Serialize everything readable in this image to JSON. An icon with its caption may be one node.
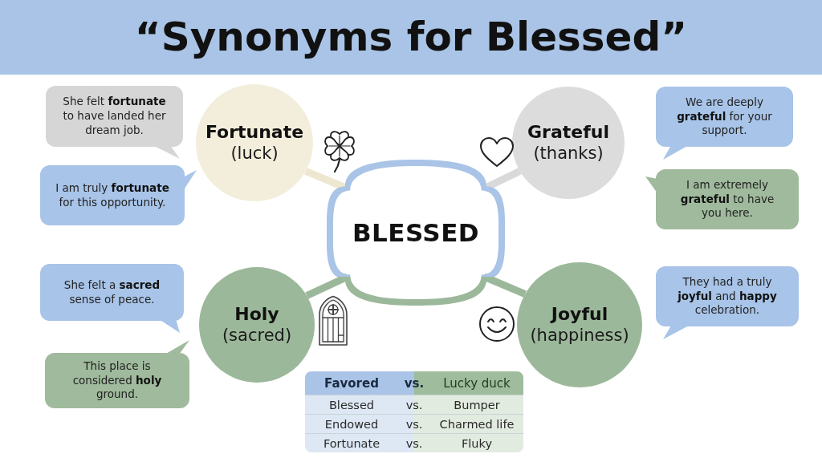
{
  "diagram": {
    "title": "“Synonyms for Blessed”",
    "nodes": [
      {
        "text": [
          "BLESSED"
        ]
      },
      {
        "text": [
          "Fortunate",
          "(luck)"
        ]
      },
      {
        "text": [
          "Grateful",
          "(thanks)"
        ]
      },
      {
        "text": [
          "Holy",
          "(sacred)"
        ]
      },
      {
        "text": [
          "Joyful",
          "(happiness)"
        ]
      },
      {
        "text": [
          "She felt **fortunate** to have landed her dream job."
        ]
      },
      {
        "text": [
          "I am truly **fortunate** for this opportunity."
        ]
      },
      {
        "text": [
          "We are deeply **grateful** for your support."
        ]
      },
      {
        "text": [
          "I am extremely **grateful** to have you here."
        ]
      },
      {
        "text": [
          "She felt a **sacred** sense of peace."
        ]
      },
      {
        "text": [
          "This place is considered **holy** ground."
        ]
      },
      {
        "text": [
          "They had a truly **joyful** and **happy** celebration."
        ]
      }
    ],
    "edges": [
      {
        "from": 0,
        "to": 1,
        "arrow": "none",
        "color": "#eee7cf"
      },
      {
        "from": 0,
        "to": 2,
        "arrow": "none",
        "color": "#d9d9d9"
      },
      {
        "from": 0,
        "to": 3,
        "arrow": "none",
        "color": "#9cb89a"
      },
      {
        "from": 0,
        "to": 4,
        "arrow": "none",
        "color": "#9cb89a"
      }
    ],
    "labels": [
      "Favored",
      "vs.",
      "Lucky duck",
      "Blessed",
      "vs.",
      "Bumper",
      "Endowed",
      "vs.",
      "Charmed life",
      "Fortunate",
      "vs.",
      "Fluky"
    ]
  }
}
